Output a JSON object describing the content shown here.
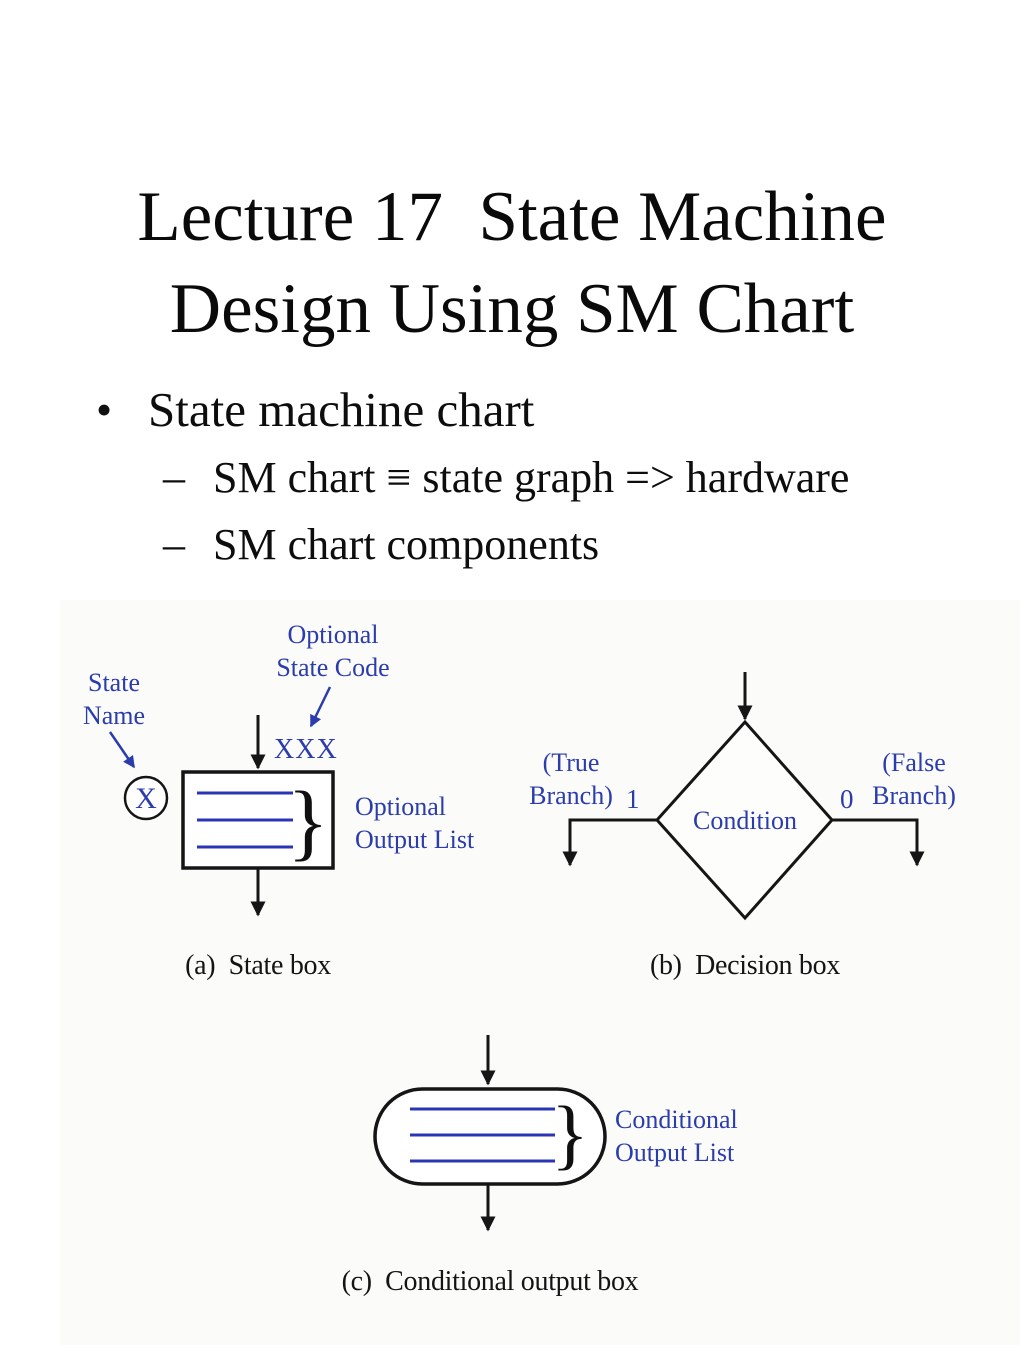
{
  "slide": {
    "title": {
      "line1": "Lecture 17  State Machine",
      "line2": "Design Using SM Chart"
    },
    "bullets": {
      "bullet_glyph": "•",
      "dash_glyph": "–",
      "main": "State machine chart",
      "sub1": "SM chart ≡ state graph => hardware",
      "sub2": "SM chart components"
    }
  },
  "figure": {
    "state_box": {
      "state_name_label": [
        "State",
        "Name"
      ],
      "state_code_label": [
        "Optional",
        "State Code"
      ],
      "state_code_value": "XXX",
      "state_name_value": "X",
      "output_list_label": [
        "Optional",
        "Output List"
      ],
      "caption": "(a)  State box"
    },
    "decision_box": {
      "condition": "Condition",
      "true_branch_label": [
        "(True",
        "Branch)"
      ],
      "true_value": "1",
      "false_value": "0",
      "false_branch_label": [
        "(False",
        "Branch)"
      ],
      "caption": "(b)  Decision box"
    },
    "conditional_output_box": {
      "output_list_label": [
        "Conditional",
        "Output List"
      ],
      "caption": "(c)  Conditional output box"
    },
    "glyphs": {
      "brace": "}"
    },
    "colors": {
      "annotation_blue": "#2b3cad",
      "list_line_blue": "#2a35b5",
      "ink_black": "#151515"
    }
  }
}
